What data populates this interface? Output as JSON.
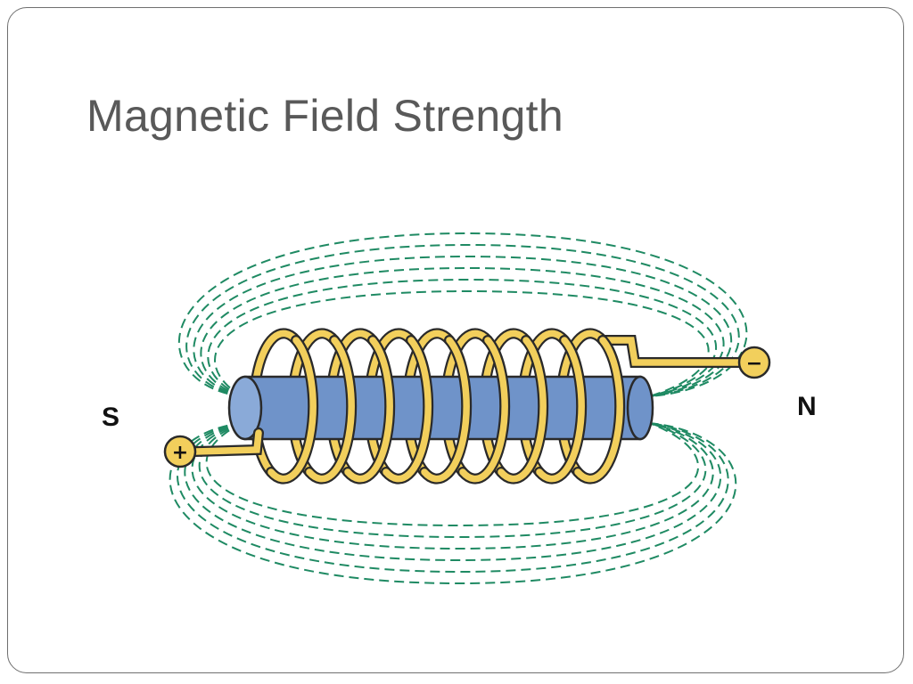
{
  "slide": {
    "title": "Magnetic Field Strength"
  },
  "diagram": {
    "south_label": "S",
    "north_label": "N",
    "positive_terminal": "+",
    "negative_terminal": "−",
    "colors": {
      "field_lines": "#1f8a63",
      "coil": "#f2cf5c",
      "coil_outline": "#2a2a2a",
      "core": "#6f93c9",
      "core_end": "#8aaad8"
    }
  }
}
